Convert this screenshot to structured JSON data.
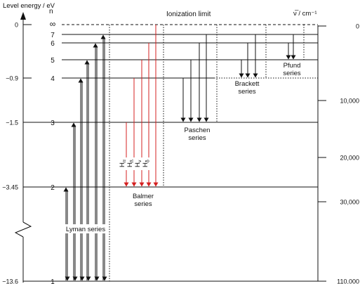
{
  "left_axis": {
    "title": "Level energy / eV",
    "ticks": [
      {
        "label": "0",
        "energy_ev": 0
      },
      {
        "label": "−0.9",
        "energy_ev": -0.9
      },
      {
        "label": "−1.5",
        "energy_ev": -1.5
      },
      {
        "label": "−3.45",
        "energy_ev": -3.45
      },
      {
        "label": "−13.6",
        "energy_ev": -13.6
      }
    ]
  },
  "n_header": "n",
  "levels": [
    {
      "n": "∞",
      "energy_ev": 0,
      "style": "dashed"
    },
    {
      "n": "7",
      "energy_ev": -0.28
    },
    {
      "n": "6",
      "energy_ev": -0.38
    },
    {
      "n": "5",
      "energy_ev": -0.54
    },
    {
      "n": "4",
      "energy_ev": -0.85
    },
    {
      "n": "3",
      "energy_ev": -1.51
    },
    {
      "n": "2",
      "energy_ev": -3.4
    },
    {
      "n": "1",
      "energy_ev": -13.6
    }
  ],
  "ionization_limit": "Ionization limit",
  "right_axis": {
    "title_symbol": "ν̅",
    "title_unit": " / cm⁻¹",
    "ticks": [
      {
        "label": "0",
        "wavenumber_cm": 0
      },
      {
        "label": "10,000",
        "wavenumber_cm": 10000
      },
      {
        "label": "20,000",
        "wavenumber_cm": 20000
      },
      {
        "label": "30,000",
        "wavenumber_cm": 30000
      },
      {
        "label": "110,000",
        "wavenumber_cm": 110000
      }
    ]
  },
  "series": [
    {
      "name_lines": [
        "Lyman series"
      ],
      "lower_level": 1,
      "color": "#111111"
    },
    {
      "name_lines": [
        "Balmer",
        "series"
      ],
      "lower_level": 2,
      "color": "#d42020",
      "line_labels": [
        {
          "base": "H",
          "sub": "α"
        },
        {
          "base": "H",
          "sub": "β"
        },
        {
          "base": "H",
          "sub": "γ"
        },
        {
          "base": "H",
          "sub": "δ"
        }
      ]
    },
    {
      "name_lines": [
        "Paschen",
        "series"
      ],
      "lower_level": 3,
      "color": "#111111"
    },
    {
      "name_lines": [
        "Brackett",
        "series"
      ],
      "lower_level": 4,
      "color": "#111111"
    },
    {
      "name_lines": [
        "Pfund",
        "series"
      ],
      "lower_level": 5,
      "color": "#111111"
    }
  ]
}
